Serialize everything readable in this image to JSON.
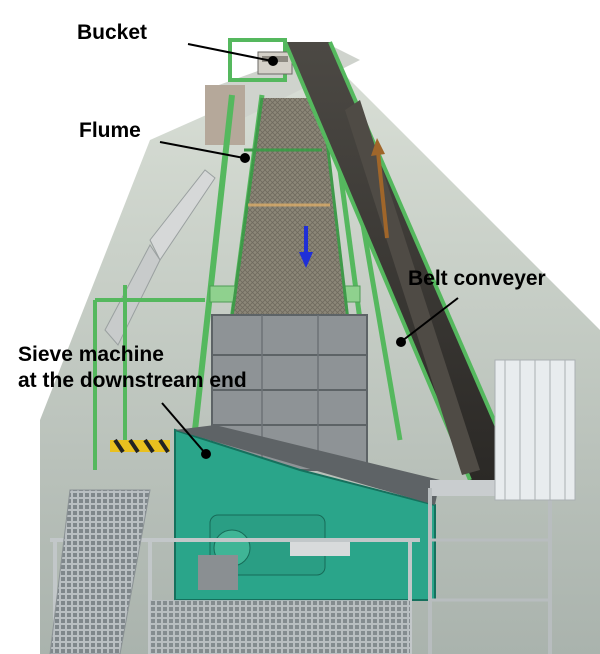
{
  "labels": {
    "bucket": "Bucket",
    "flume": "Flume",
    "belt_conveyer": "Belt conveyer",
    "sieve_line1": "Sieve machine",
    "sieve_line2": "at the downstream end"
  },
  "colors": {
    "green_frame": "#55b85e",
    "machine_teal": "#2aa58a",
    "steel": "#8e9396",
    "flow_arrow": "#1f2fd8",
    "conveyor_arrow": "#a0662a"
  }
}
